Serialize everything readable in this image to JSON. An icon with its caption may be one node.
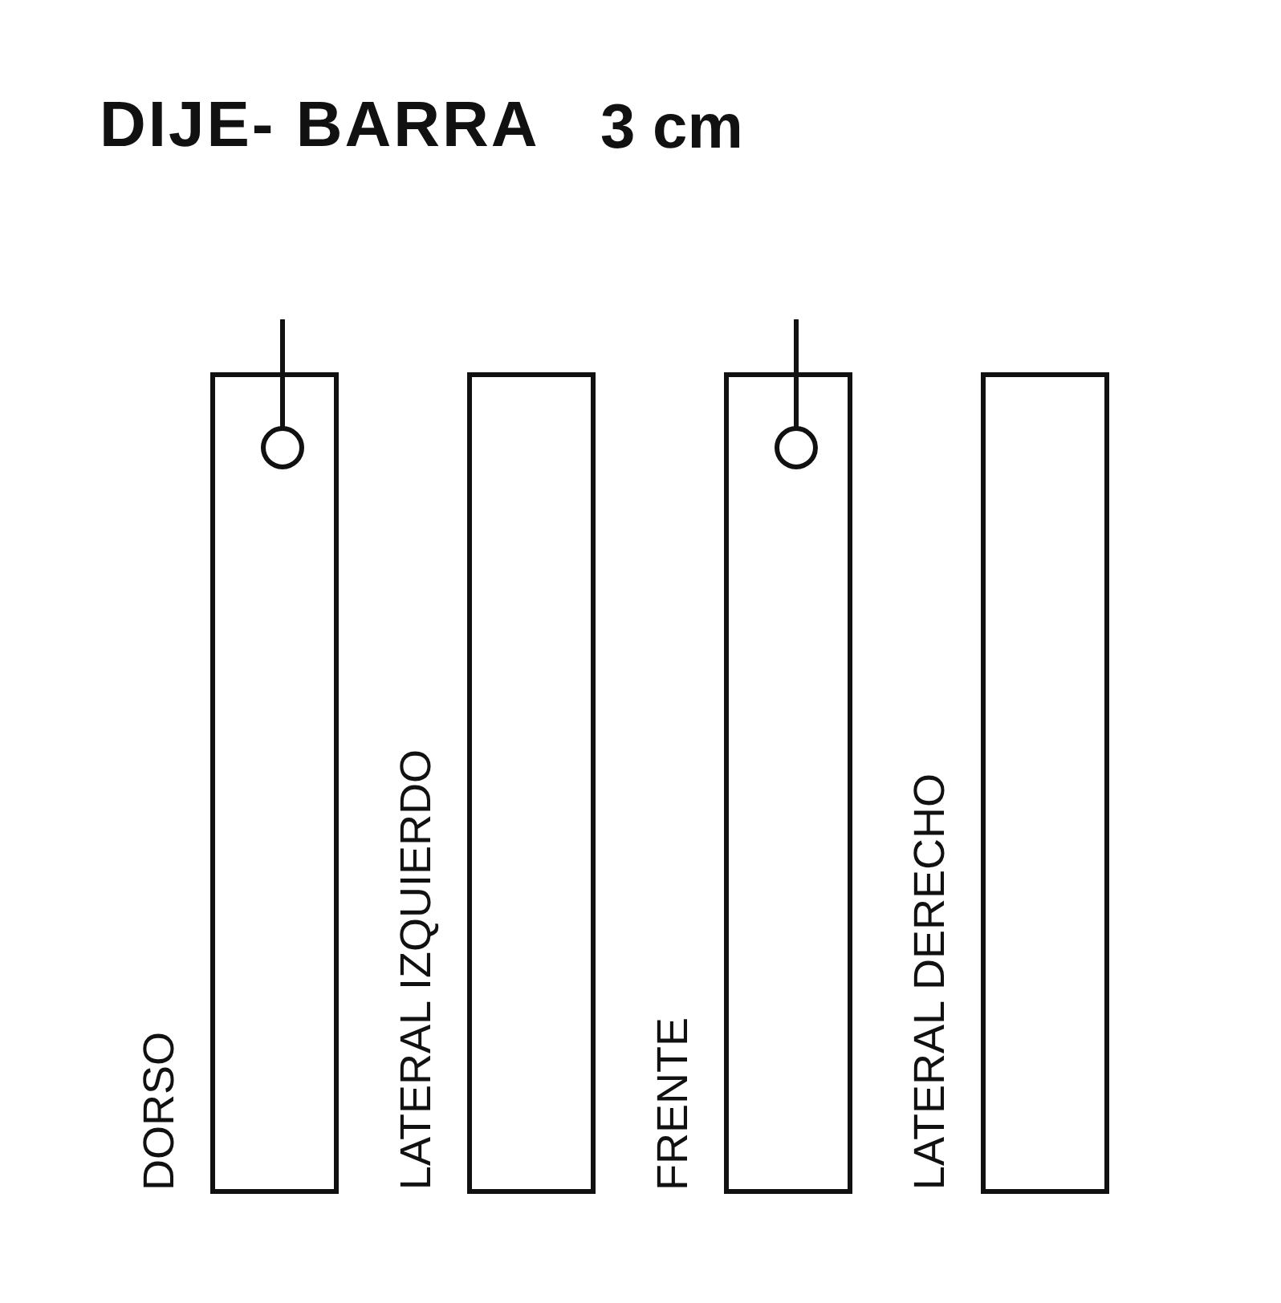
{
  "diagram": {
    "title": "DIJE- BARRA",
    "nodes": [
      {
        "text": [],
        "shape": "bar",
        "beside": [
          "DORSO"
        ]
      },
      {
        "text": [],
        "shape": "bar",
        "beside": [
          "LATERAL IZQUIERDO"
        ]
      },
      {
        "text": [],
        "shape": "bar",
        "beside": [
          "FRENTE"
        ]
      },
      {
        "text": [],
        "shape": "bar",
        "beside": [
          "LATERAL DERECHO"
        ]
      }
    ],
    "edges": [],
    "labels": [
      "3 cm"
    ]
  }
}
